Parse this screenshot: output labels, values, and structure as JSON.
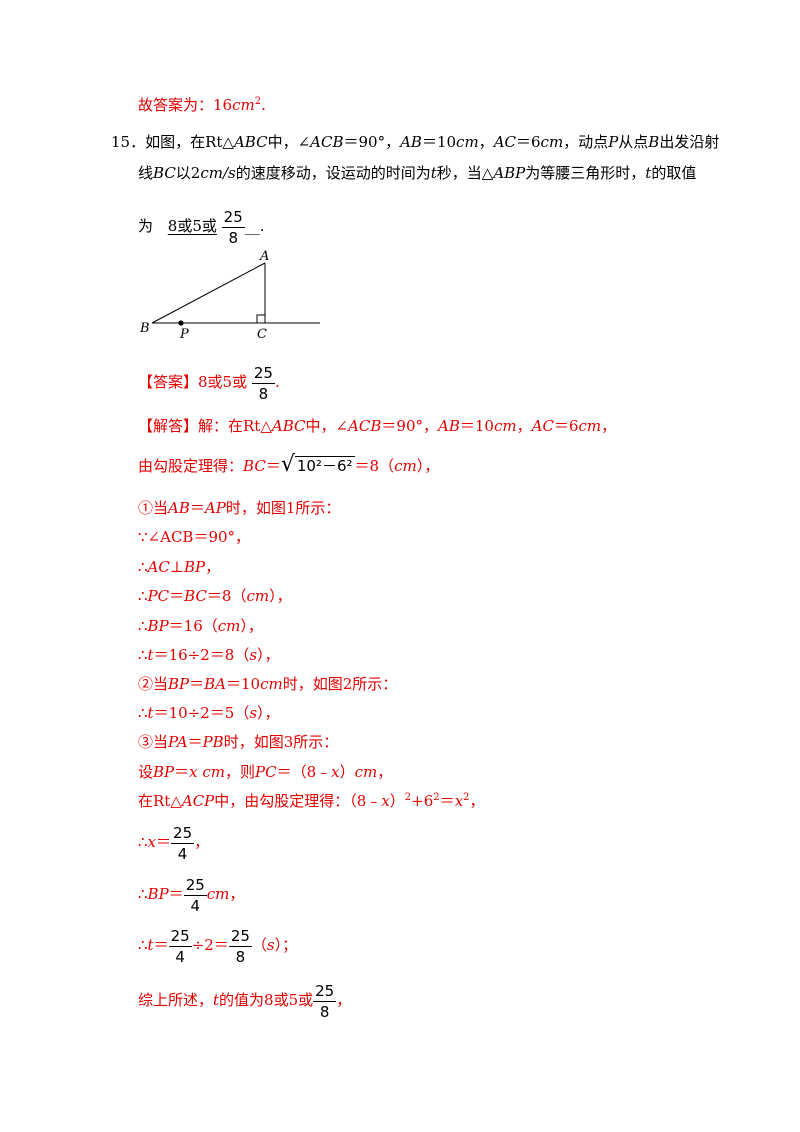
{
  "l1": {
    "a": "故答案为：",
    "b": "16",
    "c": "cm",
    "d": "2",
    "e": "."
  },
  "q": {
    "num": "15．",
    "p1": "如图，在Rt△",
    "abc": "ABC",
    "p2": "中，∠",
    "acb": "ACB",
    "p3": "＝90°，",
    "ab": "AB",
    "p4": "＝10",
    "cm1": "cm",
    "p5": "，",
    "ac": "AC",
    "p6": "＝6",
    "cm2": "cm",
    "p7": "，动点",
    "pp": "P",
    "p8": "从点",
    "bb": "B",
    "p9": "出发沿射",
    "l2a": "线",
    "bc": "BC",
    "l2b": "以2",
    "cms": "cm/s",
    "l2c": "的速度移动，设运动的时间为",
    "t1": "t",
    "l2d": "秒，当△",
    "abp": "ABP",
    "l2e": "为等腰三角形时，",
    "t2": "t",
    "l2f": "的取值",
    "l3a": "为",
    "blank": "8或5或",
    "frac_n": "25",
    "frac_d": "8",
    "l3b": "__."
  },
  "fig": {
    "A": "A",
    "B": "B",
    "C": "C",
    "P": "P"
  },
  "answer": {
    "tag": "【答案】",
    "text": "8或5或",
    "n": "25",
    "d": "8",
    "end": "."
  },
  "solution": {
    "tag": "【解答】",
    "s1a": "解：在Rt△",
    "s1b": "ABC",
    "s1c": "中，∠",
    "s1d": "ACB",
    "s1e": "＝90°，",
    "s1f": "AB",
    "s1g": "＝10",
    "s1h": "cm",
    "s1i": "，",
    "s1j": "AC",
    "s1k": "＝6",
    "s1l": "cm",
    "s1m": "，",
    "s2a": "由勾股定理得：",
    "s2b": "BC",
    "s2c": "＝",
    "s2rad": "10²－6²",
    "s2d": "＝8（",
    "s2e": "cm",
    "s2f": "），",
    "c1a": "①当",
    "c1b": "AB",
    "c1c": "＝",
    "c1d": "AP",
    "c1e": "时，如图1所示：",
    "c2": "∵∠ACB＝90°，",
    "c3a": "∴",
    "c3b": "AC",
    "c3c": "⊥",
    "c3d": "BP",
    "c3e": "，",
    "c4a": "∴",
    "c4b": "PC",
    "c4c": "＝",
    "c4d": "BC",
    "c4e": "＝8（",
    "c4f": "cm",
    "c4g": "），",
    "c5a": "∴",
    "c5b": "BP",
    "c5c": "＝16（",
    "c5d": "cm",
    "c5e": "），",
    "c6a": "∴",
    "c6b": "t",
    "c6c": "＝16÷2＝8（",
    "c6d": "s",
    "c6e": "），",
    "c7a": "②当",
    "c7b": "BP",
    "c7c": "＝",
    "c7d": "BA",
    "c7e": "＝10",
    "c7f": "cm",
    "c7g": "时，如图2所示：",
    "c8a": "∴",
    "c8b": "t",
    "c8c": "＝10÷2＝5（",
    "c8d": "s",
    "c8e": "），",
    "c9a": "③当",
    "c9b": "PA",
    "c9c": "＝",
    "c9d": "PB",
    "c9e": "时，如图3所示：",
    "c10a": "设",
    "c10b": "BP",
    "c10c": "＝",
    "c10d": "x cm",
    "c10e": "，则",
    "c10f": "PC",
    "c10g": "＝（8﹣",
    "c10h": "x",
    "c10i": "）",
    "c10j": "cm",
    "c10k": "，",
    "c11a": "在Rt△",
    "c11b": "ACP",
    "c11c": "中，由勾股定理得：（8﹣",
    "c11d": "x",
    "c11e": "）",
    "c11f": "2",
    "c11g": "+6",
    "c11h": "2",
    "c11i": "＝",
    "c11j": "x",
    "c11k": "2",
    "c11l": "，",
    "c12a": "∴",
    "c12b": "x",
    "c12c": "＝",
    "c12n": "25",
    "c12d": "4",
    "c12e": "，",
    "c13a": "∴",
    "c13b": "BP",
    "c13c": "＝",
    "c13n": "25",
    "c13d": "4",
    "c13e": "cm",
    "c13f": "，",
    "c14a": "∴",
    "c14b": "t",
    "c14c": "＝",
    "c14n1": "25",
    "c14d1": "4",
    "c14e": "÷2＝",
    "c14n2": "25",
    "c14d2": "8",
    "c14f": "（",
    "c14g": "s",
    "c14h": "）；",
    "c15a": "综上所述，",
    "c15b": "t",
    "c15c": "的值为8或5或",
    "c15n": "25",
    "c15d": "8",
    "c15e": "，"
  }
}
